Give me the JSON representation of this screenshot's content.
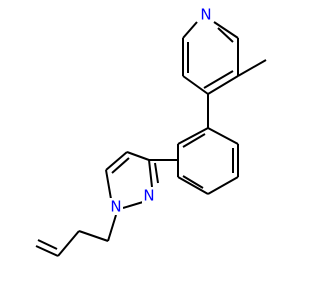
{
  "structure": {
    "atom_labels": [
      {
        "id": "pyridine-n",
        "text": "N",
        "color": "#0000ff"
      },
      {
        "id": "pyrazole-n2",
        "text": "N",
        "color": "#0000ff"
      },
      {
        "id": "pyrazole-n1",
        "text": "N",
        "color": "#0000ff"
      }
    ],
    "bond_color": "#000000",
    "background": "#ffffff"
  }
}
